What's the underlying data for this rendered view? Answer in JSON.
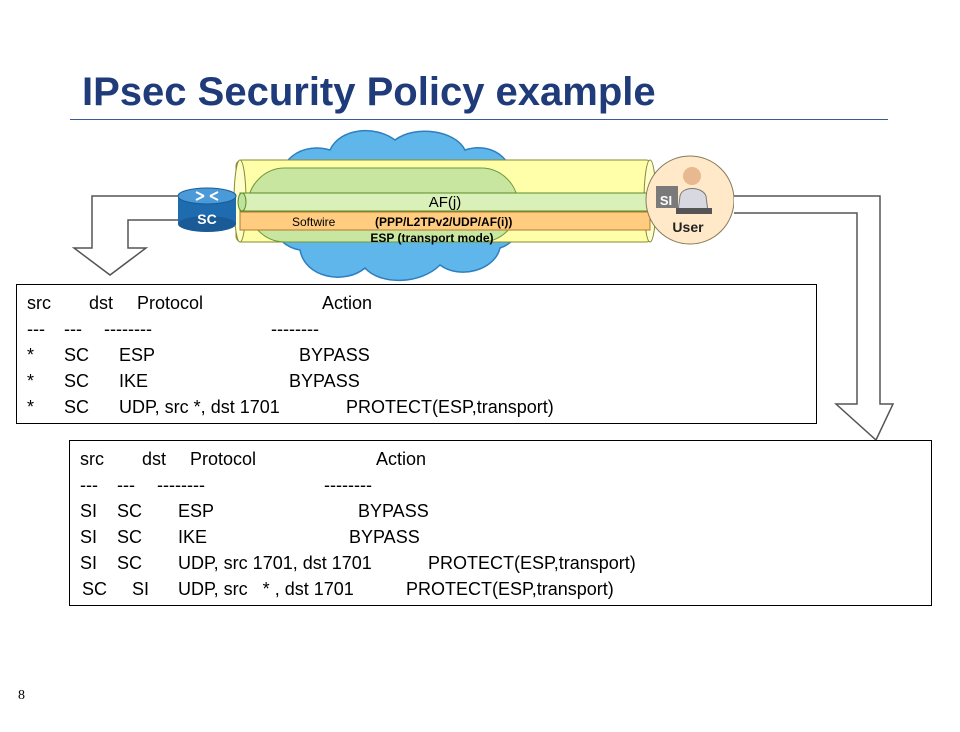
{
  "title": "IPsec Security Policy example",
  "page_number": "8",
  "diagram": {
    "router_label": "SC",
    "user_label": "User",
    "user_badge": "SI",
    "tunnel_af": "AF(j)",
    "softwire_label": "Softwire",
    "softwire_stack": "(PPP/L2TPv2/UDP/AF(i))",
    "esp_label": "ESP (transport mode)",
    "router_icon": "router-icon",
    "user_icon": "person-at-computer-icon",
    "cloud_color": "#5fb6ea",
    "tunnel_color": "#ffffaa",
    "softwire_color": "#c8e6a0"
  },
  "policy_sc": {
    "header": [
      "src",
      "dst",
      "Protocol",
      "Action"
    ],
    "separator": [
      "---",
      "---",
      "--------",
      "--------"
    ],
    "rows": [
      [
        "*",
        "SC",
        "ESP",
        "BYPASS"
      ],
      [
        "*",
        "SC",
        "IKE",
        "BYPASS"
      ],
      [
        "*",
        "SC",
        "UDP, src *, dst 1701",
        "PROTECT(ESP,transport)"
      ]
    ]
  },
  "policy_si": {
    "header": [
      "src",
      "dst",
      "Protocol",
      "Action"
    ],
    "separator": [
      "---",
      "---",
      "--------",
      "--------"
    ],
    "rows": [
      [
        "SI",
        "SC",
        "ESP",
        "BYPASS"
      ],
      [
        "SI",
        "SC",
        "IKE",
        "BYPASS"
      ],
      [
        "SI",
        "SC",
        "UDP, src 1701, dst 1701",
        "PROTECT(ESP,transport)"
      ],
      [
        "SC",
        "SI",
        "UDP, src   * , dst 1701",
        "PROTECT(ESP,transport)"
      ]
    ]
  }
}
